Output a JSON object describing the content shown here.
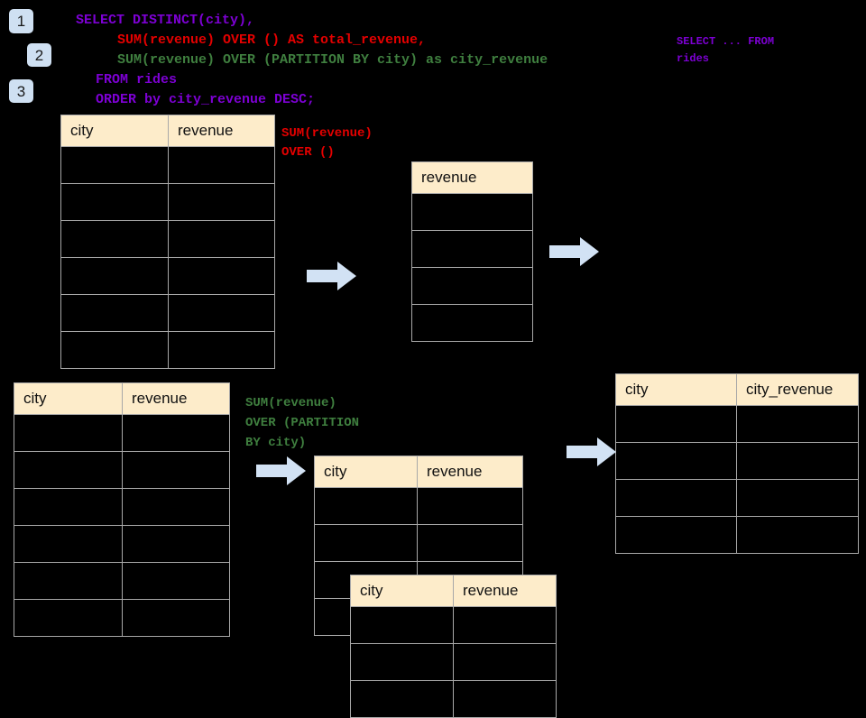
{
  "steps": [
    {
      "label": "1"
    },
    {
      "label": "2"
    },
    {
      "label": "3"
    }
  ],
  "sql": {
    "line1": "SELECT DISTINCT(city),",
    "line2": "SUM(revenue) OVER () AS total_revenue,",
    "line3": "SUM(revenue) OVER (PARTITION BY city) as city_revenue",
    "line4": "FROM rides",
    "line5": "ORDER by city_revenue DESC;",
    "colors": {
      "keyword_purple": "#7d00d4",
      "over_empty_red": "#e40000",
      "partition_green": "#3f7f3f"
    }
  },
  "annotations": {
    "select_from": "SELECT ... FROM\nrides",
    "over_empty": "SUM(revenue)\nOVER ()",
    "over_partition": "SUM(revenue)\nOVER (PARTITION\nBY city)"
  },
  "tables": {
    "rides_top": {
      "headers": [
        "city",
        "revenue"
      ],
      "row_count": 6,
      "rows": [
        [
          "",
          ""
        ],
        [
          "",
          ""
        ],
        [
          "",
          ""
        ],
        [
          "",
          ""
        ],
        [
          "",
          ""
        ],
        [
          "",
          ""
        ]
      ]
    },
    "total_revenue": {
      "headers": [
        "revenue"
      ],
      "row_count": 4,
      "rows": [
        [
          ""
        ],
        [
          ""
        ],
        [
          ""
        ],
        [
          ""
        ]
      ]
    },
    "rides_bottom": {
      "headers": [
        "city",
        "revenue"
      ],
      "row_count": 6,
      "rows": [
        [
          "",
          ""
        ],
        [
          "",
          ""
        ],
        [
          "",
          ""
        ],
        [
          "",
          ""
        ],
        [
          "",
          ""
        ],
        [
          "",
          ""
        ]
      ]
    },
    "partition_back": {
      "headers": [
        "city",
        "revenue"
      ],
      "row_count": 4,
      "rows": [
        [
          "",
          ""
        ],
        [
          "",
          ""
        ],
        [
          "",
          ""
        ],
        [
          "",
          ""
        ]
      ]
    },
    "partition_front": {
      "headers": [
        "city",
        "revenue"
      ],
      "row_count": 3,
      "rows": [
        [
          "",
          ""
        ],
        [
          "",
          ""
        ],
        [
          "",
          ""
        ]
      ]
    },
    "result": {
      "headers": [
        "city",
        "city_revenue"
      ],
      "row_count": 4,
      "rows": [
        [
          "",
          ""
        ],
        [
          "",
          ""
        ],
        [
          "",
          ""
        ],
        [
          "",
          ""
        ]
      ]
    }
  },
  "arrows": {
    "flow_1": "arrow-right",
    "flow_2": "arrow-right",
    "flow_3": "arrow-right",
    "flow_4": "arrow-right",
    "color": "#d2e2f4"
  },
  "theme": {
    "background": "#000000",
    "header_fill": "#fdecca",
    "cell_fill": "#000000",
    "grid_line": "#a8a8a8",
    "badge_fill": "#cfe0f2"
  }
}
